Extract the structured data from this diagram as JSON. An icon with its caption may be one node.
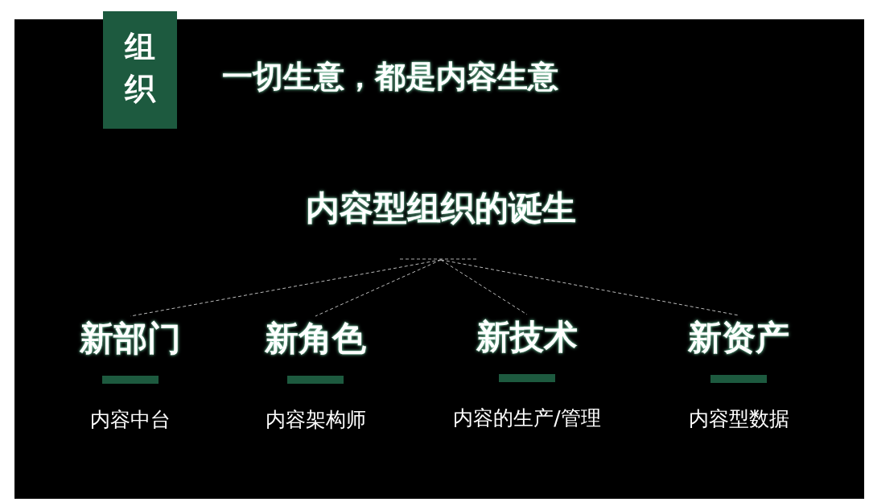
{
  "diagram": {
    "title": "一切生意，都是内容生意",
    "nodes": [
      {
        "text": [
          "组织"
        ]
      },
      {
        "text": [
          "内容型组织的诞生"
        ]
      },
      {
        "text": [
          "新部门",
          "内容中台"
        ]
      },
      {
        "text": [
          "新角色",
          "内容架构师"
        ]
      },
      {
        "text": [
          "新技术",
          "内容的生产/管理"
        ]
      },
      {
        "text": [
          "新资产",
          "内容型数据"
        ]
      }
    ],
    "edges": [
      {
        "from": 1,
        "to": 2,
        "arrow": "none",
        "style": "dashed"
      },
      {
        "from": 1,
        "to": 3,
        "arrow": "none",
        "style": "dashed"
      },
      {
        "from": 1,
        "to": 4,
        "arrow": "none",
        "style": "dashed"
      },
      {
        "from": 1,
        "to": 5,
        "arrow": "none",
        "style": "dashed"
      }
    ]
  }
}
